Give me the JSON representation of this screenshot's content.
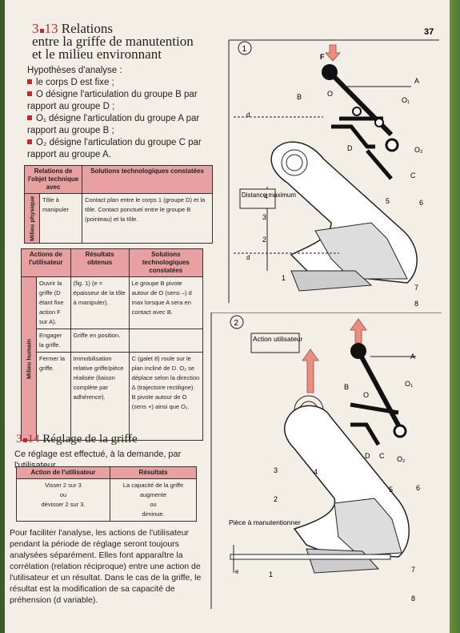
{
  "page_number": "37",
  "section1": {
    "number": "3",
    "subnumber": "13",
    "title_lines": [
      "Relations",
      "entre la griffe de manutention",
      "et le milieu environnant"
    ],
    "hyp_title": "Hypothèses d'analyse :",
    "hypotheses": [
      "le corps D est fixe ;",
      "O désigne l'articulation du groupe B par rapport au groupe D ;",
      "O₁ désigne l'articulation du groupe A par rapport au groupe B ;",
      "O₂ désigne l'articulation du groupe C par rapport au groupe A."
    ]
  },
  "table1": {
    "h1": "Relations de l'objet technique avec",
    "h2": "Solutions technologiques constatées",
    "side": "Milieu physique",
    "cell1": "Tôle à manipuler",
    "cell2": "Contact plan entre le corps 1 (groupe D) et la tôle. Contact ponctuel entre le groupe B (pointeau) et la tôle."
  },
  "table2": {
    "h1": "Actions de l'utilisateur",
    "h2": "Résultats obtenus",
    "h3": "Solutions technologiques constatées",
    "side": "Milieu humain",
    "rows": [
      {
        "a": "Ouvrir la griffe (D étant fixe action F sur A).",
        "b": "(fig. 1) (e = épaisseur de la tôle à manipuler).",
        "c": "Le groupe B pivote autour de O (sens –) d max lorsque A sera en contact avec B."
      },
      {
        "a": "Engager la griffe.",
        "b": "Griffe en position.",
        "c": ""
      },
      {
        "a": "Fermer la griffe.",
        "b": "Immobilisation relative griffe/pièce réalisée (liaison complète par adhérence).",
        "c": "C (galet 8) roule sur le plan incliné de D. O₂ se déplace selon la direction Δ (trajectoire rectiligne). B pivote autour de O (sens +) ainsi que O₁."
      }
    ]
  },
  "section2": {
    "number": "3",
    "subnumber": "14",
    "title": "Réglage de la griffe",
    "intro": "Ce réglage est effectué, à la demande, par l'utilisateur.",
    "table_h1": "Action de l'utilisateur",
    "table_h2": "Résultats",
    "action_lines": [
      "Visser 2 sur 3",
      "ou",
      "dévisser 2 sur 3."
    ],
    "result_lines": [
      "La capacité de la griffe augmente",
      "ou",
      "diminue."
    ],
    "paragraph": "Pour faciliter l'analyse, les actions de l'utilisateur pendant la période de réglage seront toujours analysées séparément. Elles font apparaître la corrélation (relation réciproque) entre une action de l'utilisateur et un résultat. Dans le cas de la griffe, le résultat est la modification de sa capacité de préhension (d variable)."
  },
  "figure1": {
    "number": "1",
    "labels": {
      "F": "F",
      "A": "A",
      "B": "B",
      "O": "O",
      "O1": "O₁",
      "D": "D",
      "O2": "O₂",
      "C": "C",
      "d": "d",
      "distance": "Distance maximum",
      "n1": "1",
      "n2": "2",
      "n3": "3",
      "n4": "4",
      "n5": "5",
      "n6": "6",
      "n7": "7",
      "n8": "8"
    }
  },
  "figure2": {
    "number": "2",
    "labels": {
      "action": "Action utilisateur",
      "A": "A",
      "B": "B",
      "O": "O",
      "O1": "O₁",
      "D": "D",
      "C": "C",
      "O2": "O₂",
      "piece": "Pièce à manutentionner",
      "e": "e",
      "n1": "1",
      "n2": "2",
      "n3": "3",
      "n4": "4",
      "n5": "5",
      "n6": "6",
      "n7": "7",
      "n8": "8"
    }
  },
  "colors": {
    "accent": "#c02a2a",
    "table_header": "#e9a0a0",
    "arrow": "#e8907f"
  }
}
